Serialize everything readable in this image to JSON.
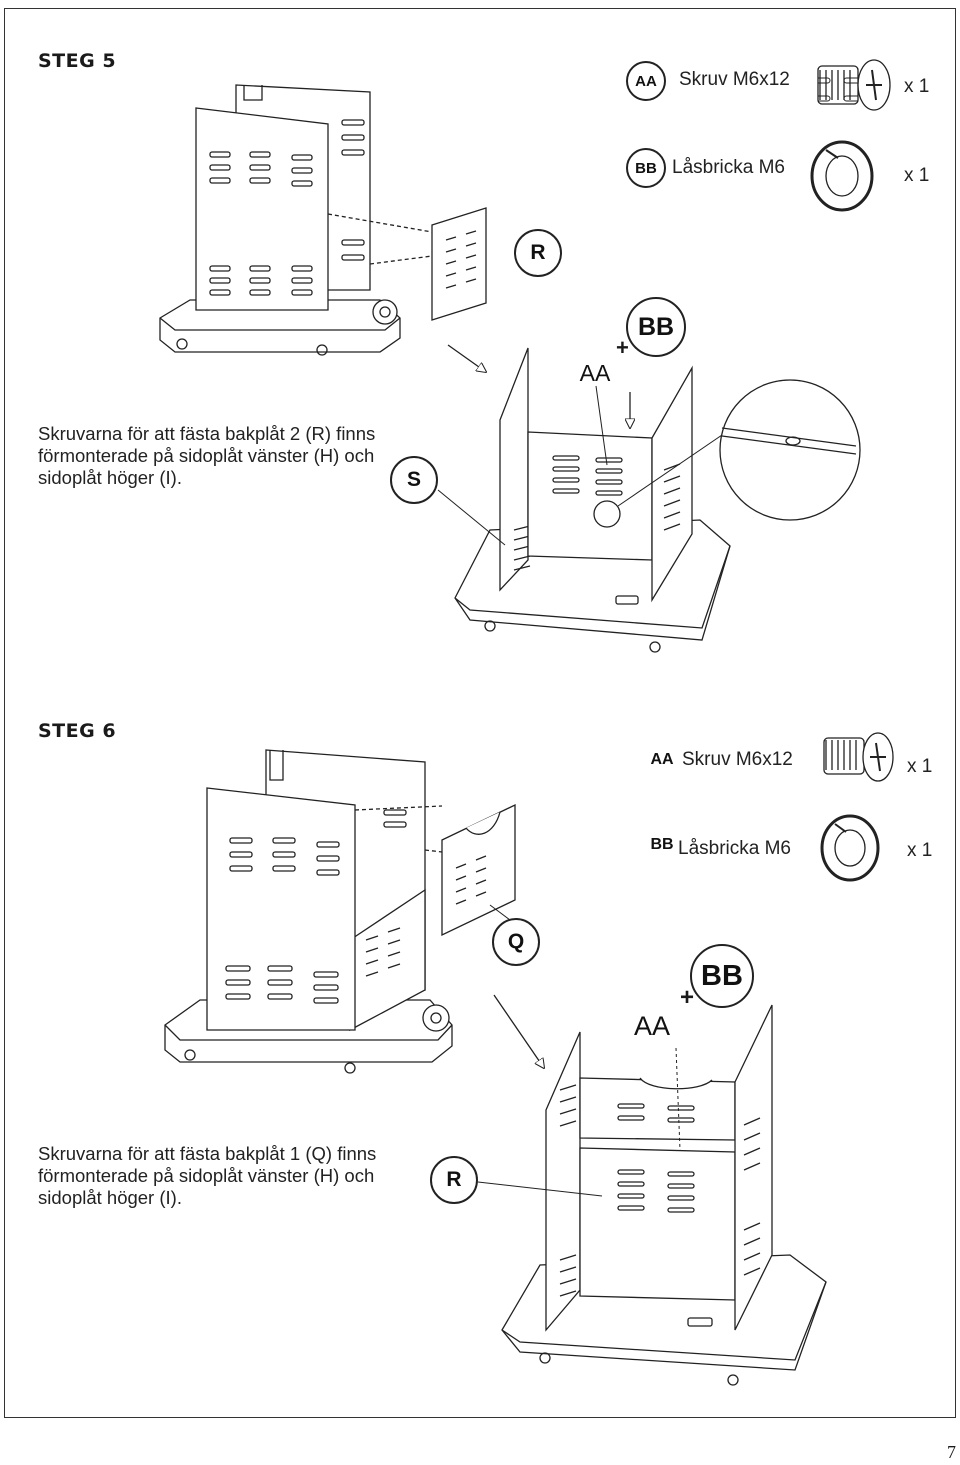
{
  "steps": [
    {
      "title": "STEG 5",
      "parts": [
        {
          "code": "AA",
          "name": "Skruv M6x12",
          "qty": "x 1",
          "icon": "screw-icon"
        },
        {
          "code": "BB",
          "name": "Låsbricka  M6",
          "qty": "x 1",
          "icon": "lock-washer-icon"
        }
      ],
      "panel_label": "R",
      "side_label": "S",
      "detail_aa": "AA",
      "detail_bb": "BB",
      "plus": "+",
      "text": "Skruvarna för att fästa bakplåt 2 (R) finns förmonterade på sidoplåt vänster (H) och sidoplåt höger (I)."
    },
    {
      "title": "STEG 6",
      "parts": [
        {
          "code": "AA",
          "name": "Skruv M6x12",
          "qty": "x 1",
          "icon": "screw-icon"
        },
        {
          "code": "BB",
          "name": "Låsbricka  M6",
          "qty": "x 1",
          "icon": "lock-washer-icon"
        }
      ],
      "panel_label": "Q",
      "side_label": "R",
      "detail_aa": "AA",
      "detail_bb": "BB",
      "plus": "+",
      "text": "Skruvarna för att fästa bakplåt 1 (Q) finns förmonterade på sidoplåt vänster (H) och sidoplåt höger (I)."
    }
  ],
  "page_number": "7"
}
